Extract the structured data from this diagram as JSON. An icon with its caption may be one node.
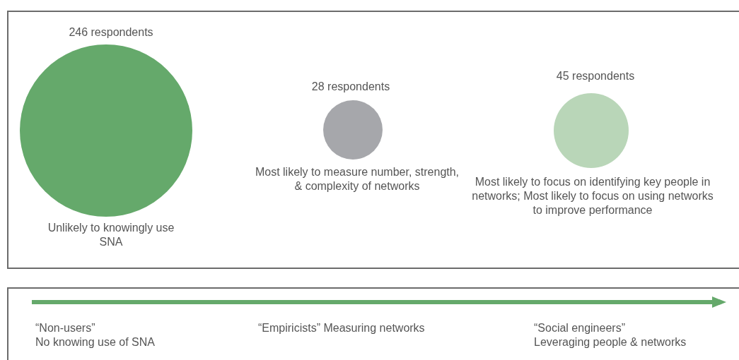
{
  "diagram": {
    "nodes": [
      {
        "text": [
          "246 respondents",
          "Unlikely to knowingly use SNA"
        ]
      },
      {
        "text": [
          "28 respondents",
          "Most likely to measure number, strength, & complexity of networks"
        ]
      },
      {
        "text": [
          "45 respondents",
          "Most likely to focus on identifying key people in networks;  Most likely to focus on using networks to improve performance"
        ]
      }
    ],
    "labels": [
      "“Non-users”",
      "No knowing use of SNA",
      "“Empiricists” Measuring networks",
      "“Social engineers”",
      "Leveraging people & networks"
    ]
  }
}
